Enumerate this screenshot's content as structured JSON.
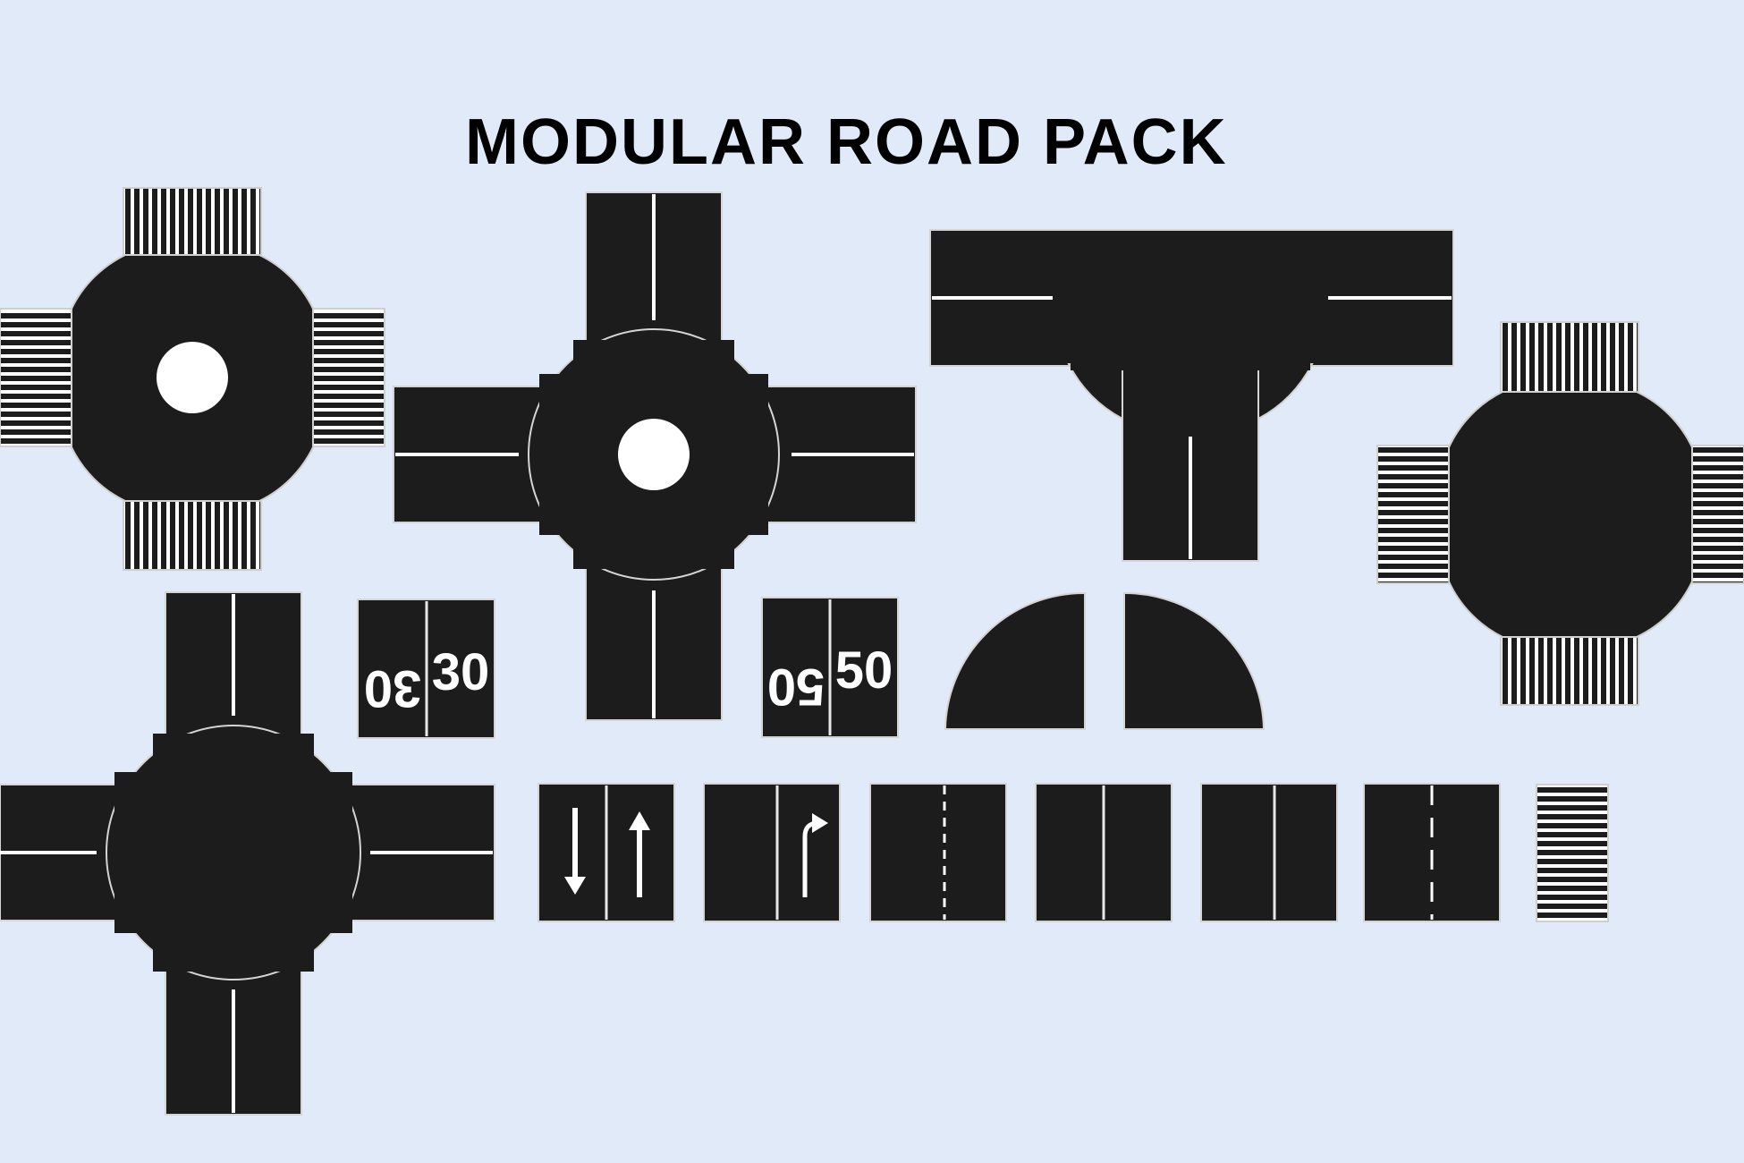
{
  "title": "MODULAR ROAD PACK",
  "colors": {
    "background": "#e1eaf9",
    "asphalt": "#1c1c1c",
    "marking": "#ffffff",
    "edge": "#b8b8b8"
  },
  "tiles": {
    "speed_30": {
      "left_text": "30",
      "right_text": "30",
      "left_rotated": true
    },
    "speed_50": {
      "left_text": "50",
      "right_text": "50",
      "left_rotated": true
    },
    "arrows_both_ways": {
      "left": "down-arrow-icon",
      "right": "up-arrow-icon"
    },
    "arrow_turn_right": {
      "right": "turn-right-arrow-icon"
    }
  }
}
